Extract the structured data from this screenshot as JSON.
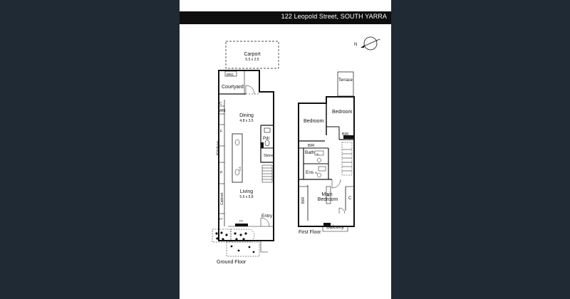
{
  "header": {
    "address": "122 Leopold Street, SOUTH YARRA"
  },
  "compass": {
    "label": "N"
  },
  "ground_floor": {
    "title": "Ground Floor",
    "rooms": {
      "carport": {
        "name": "Carport",
        "dims": "5.5 x 2.5"
      },
      "bbq": "BBQ",
      "courtyard": "Courtyard",
      "c": "C",
      "wm": "WM",
      "dining": {
        "name": "Dining",
        "dims": "4.8 x 3.5"
      },
      "f": "F",
      "pdr": "Pdr",
      "kitchen": {
        "name": "Kitchen",
        "dims": "2.8"
      },
      "store": "Store",
      "p": "P",
      "cabinet": "Cabinet",
      "living": {
        "name": "Living",
        "dims": "5.5 x 5.8"
      },
      "entry": "Entry",
      "fp": "FP",
      "ff": "FF"
    }
  },
  "first_floor": {
    "title": "First Floor",
    "rooms": {
      "terrace": "Terrace",
      "bedroom_left": "Bedroom",
      "bedroom_right": "Bedroom",
      "bir_top": "BIR",
      "bir_mid": "BIR",
      "bath": "Bath",
      "ens": "Ens",
      "sl1": "SL",
      "sl2": "SL",
      "sl3": "SL",
      "bir_left": "BIR",
      "main_bedroom": "Main\nBedroom",
      "c": "C",
      "balcony": "Balcony"
    }
  },
  "colors": {
    "background": "#1f2a35",
    "sheet": "#ffffff",
    "header": "#0e0e0e",
    "walls": "#111111"
  }
}
